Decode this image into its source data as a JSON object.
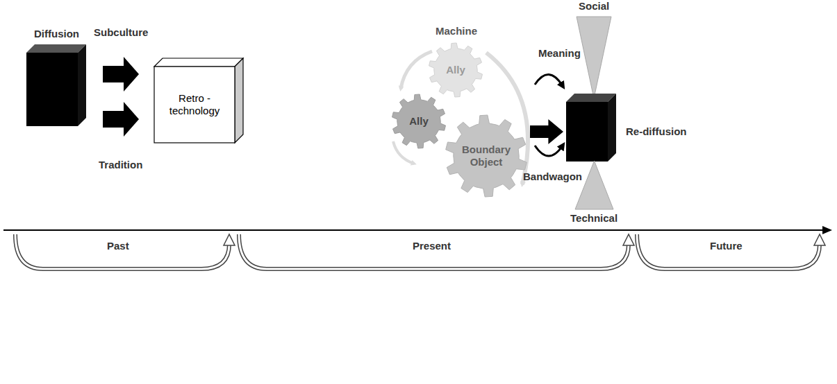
{
  "diagram": {
    "nodes": [
      {
        "text": [
          "Diffusion"
        ]
      },
      {
        "text": [
          "Retro - technology"
        ]
      },
      {
        "text": [
          "Ally"
        ]
      },
      {
        "text": [
          "Ally"
        ]
      },
      {
        "text": [
          "Boundary Object"
        ]
      },
      {
        "text": [
          "Social"
        ]
      },
      {
        "text": [
          "Re-diffusion"
        ]
      },
      {
        "text": [
          "Technical"
        ]
      }
    ],
    "edges": [
      {
        "from": 0,
        "to": 1,
        "arrow": "to",
        "label": "Subculture"
      },
      {
        "from": 0,
        "to": 1,
        "arrow": "to",
        "label": "Tradition"
      },
      {
        "from": 4,
        "to": 6,
        "arrow": "to"
      }
    ],
    "labels": [
      "Machine",
      "Meaning",
      "Bandwagon",
      "Past",
      "Present",
      "Future"
    ]
  }
}
